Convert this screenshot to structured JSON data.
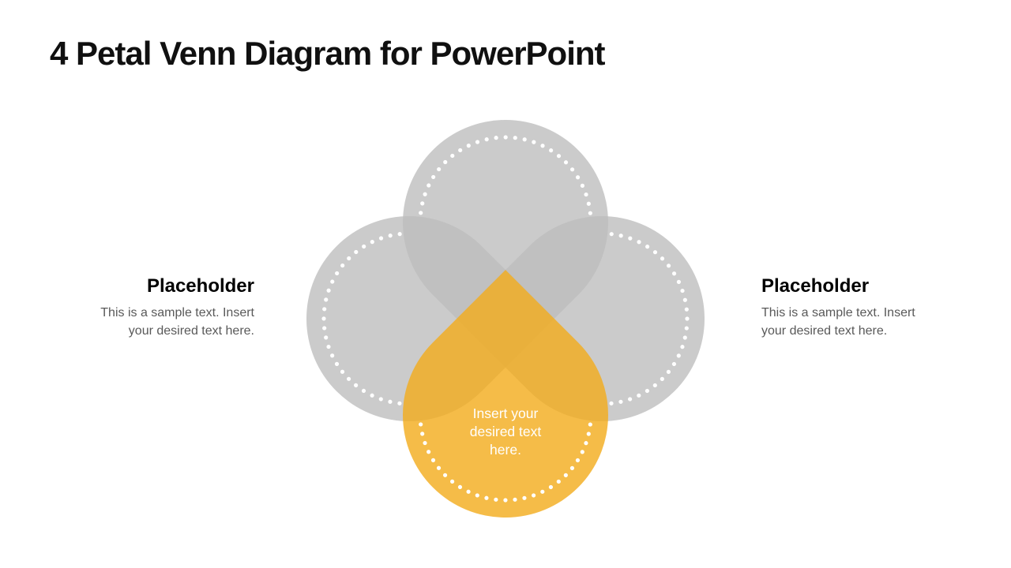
{
  "slide": {
    "title": "4 Petal Venn Diagram for PowerPoint",
    "background_color": "#ffffff"
  },
  "left_panel": {
    "heading": "Placeholder",
    "body_lines": [
      "This is a sample text. Insert",
      "your desired text here."
    ]
  },
  "right_panel": {
    "heading": "Placeholder",
    "body_lines": [
      "This is a sample text. Insert",
      "your desired text here."
    ]
  },
  "diagram": {
    "type": "4-petal-venn",
    "center_label_lines": [
      "Insert your",
      "desired text",
      "here."
    ],
    "petals": [
      {
        "position": "top",
        "color_name": "gray"
      },
      {
        "position": "left",
        "color_name": "gray"
      },
      {
        "position": "right",
        "color_name": "gray"
      },
      {
        "position": "bottom",
        "color_name": "yellow"
      }
    ],
    "colors": {
      "gray_petal_fill": "#bdbdbd",
      "gray_petal_rendered": "#cbcbcb",
      "gray_overlap_rendered": "#c0c0c0",
      "yellow_petal_fill": "#f3ac1d",
      "yellow_petal_rendered": "#f5bc48",
      "dot_color": "#ffffff",
      "title_color": "#101010",
      "body_text_color": "#595959",
      "center_text_color": "#ffffff"
    }
  }
}
